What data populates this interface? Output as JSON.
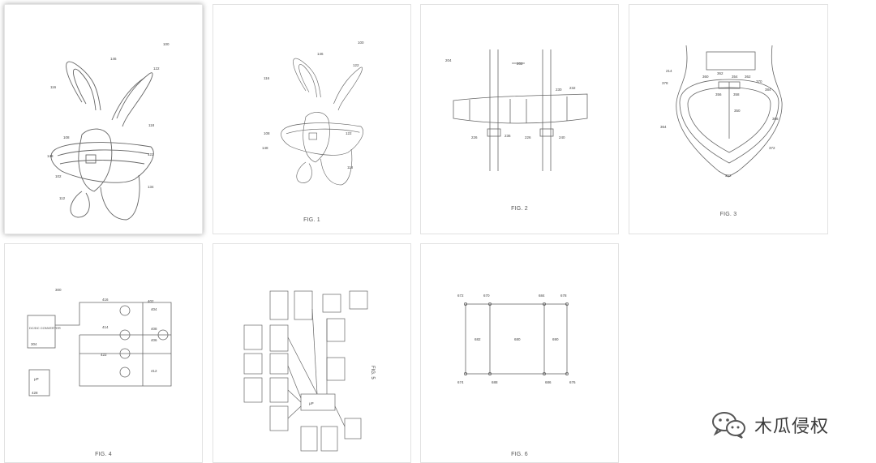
{
  "figures": [
    {
      "id": "thumb-1",
      "caption": "",
      "selected": true
    },
    {
      "id": "thumb-2",
      "caption": "FIG. 1",
      "selected": false
    },
    {
      "id": "thumb-3",
      "caption": "FIG. 2",
      "selected": false
    },
    {
      "id": "thumb-4",
      "caption": "FIG. 3",
      "selected": false
    },
    {
      "id": "thumb-5",
      "caption": "FIG. 4",
      "selected": false
    },
    {
      "id": "thumb-6",
      "caption": "FIG. 5",
      "selected": false
    },
    {
      "id": "thumb-7",
      "caption": "FIG. 6",
      "selected": false
    }
  ],
  "fig4": {
    "ref": "300",
    "converter_label": "DC/DC CONVERTER",
    "converter_ref": "304",
    "mcu_ref": "428",
    "mcu_label": "μP"
  },
  "fig5": {
    "cpu_label": "μP",
    "title": "FIG. 5"
  },
  "fig6": {
    "refs": {
      "tl": "672",
      "tm": "670",
      "tr1": "684",
      "tr2": "678",
      "bl": "674",
      "bm": "688",
      "br1": "686",
      "br2": "676"
    },
    "panels": {
      "left": "682",
      "mid": "680",
      "right": "690"
    }
  },
  "watermark": {
    "text": "木瓜侵权",
    "icon": "wechat-icon"
  }
}
